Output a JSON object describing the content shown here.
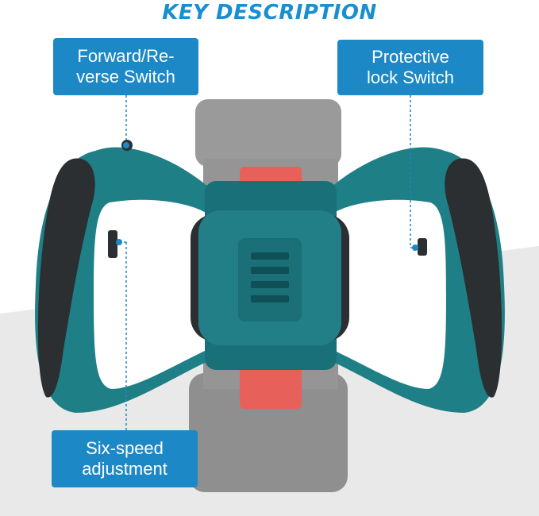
{
  "title": "KEY DESCRIPTION",
  "callouts": [
    {
      "label": "Forward/Re-\nverse Switch"
    },
    {
      "label": "Protective\nlock Switch"
    },
    {
      "label": "Six-speed\nadjustment"
    }
  ],
  "colors": {
    "accent": "#1c88c6",
    "tool_body": "#1f7f86",
    "grip": "#2b2f32",
    "battery": "#8e8e8e",
    "indicator": "#e8605a"
  }
}
